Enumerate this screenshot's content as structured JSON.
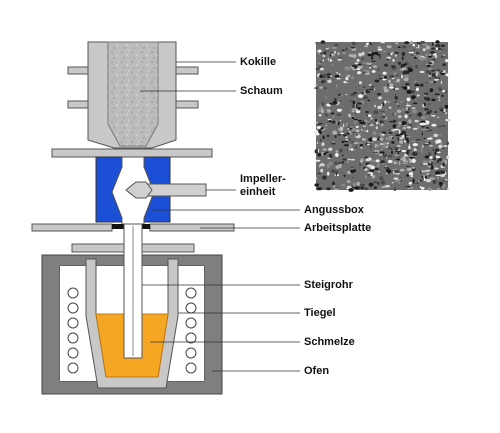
{
  "labels": {
    "kokille": "Kokille",
    "schaum": "Schaum",
    "impeller": "Impeller-\neinheit",
    "angussbox": "Angussbox",
    "arbeitsplatte": "Arbeitsplatte",
    "steigrohr": "Steigrohr",
    "tiegel": "Tiegel",
    "schmelze": "Schmelze",
    "ofen": "Ofen"
  },
  "colors": {
    "metal_gray": "#c8c8c8",
    "furnace_gray": "#7f7f7f",
    "impeller_blue": "#1a4fd6",
    "melt_orange": "#f5a623",
    "foam_fill": "#bdbdbd",
    "outline": "#555555"
  },
  "icons": {
    "foam_texture": "metal-foam-micrograph",
    "heating_coils": "induction-coil-circles"
  }
}
